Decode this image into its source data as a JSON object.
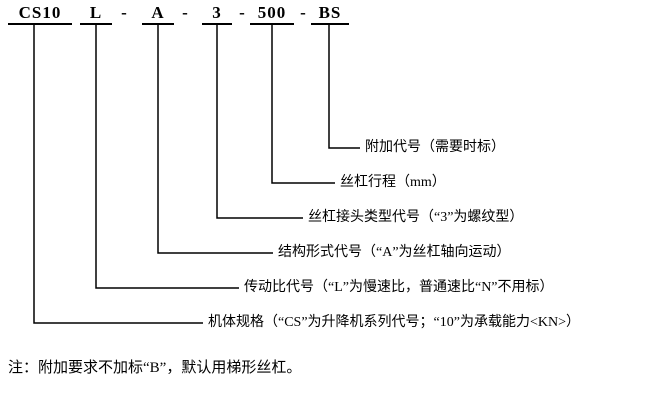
{
  "code": {
    "separator": "-",
    "segments": [
      {
        "text": "CS10"
      },
      {
        "text": "L"
      },
      {
        "text": "A"
      },
      {
        "text": "3"
      },
      {
        "text": "500"
      },
      {
        "text": "BS"
      }
    ]
  },
  "callouts": [
    {
      "text": "附加代号（需要时标）"
    },
    {
      "text": "丝杠行程（mm）"
    },
    {
      "text": "丝杠接头类型代号（“3”为螺纹型）"
    },
    {
      "text": "结构形式代号（“A”为丝杠轴向运动）"
    },
    {
      "text": "传动比代号（“L”为慢速比，普通速比“N”不用标）"
    },
    {
      "text": "机体规格（“CS”为升降机系列代号；“10”为承载能力<KN>）"
    }
  ],
  "note": "注：附加要求不加标“B”，默认用梯形丝杠。"
}
